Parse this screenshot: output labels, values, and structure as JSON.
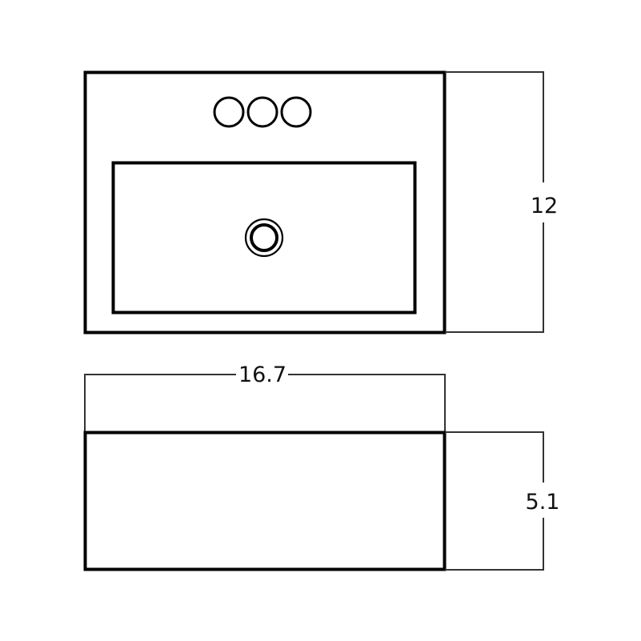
{
  "diagram": {
    "type": "technical-drawing",
    "subject": "rectangular sink top and side view",
    "colors": {
      "outline": "#000000",
      "dimension_line": "#333333",
      "text": "#111111",
      "background": "#ffffff"
    },
    "top_view": {
      "faucet_holes": 3,
      "drain": "center drain (double ring)"
    },
    "dimensions": {
      "depth_label": "12",
      "width_label": "16.7",
      "height_label": "5.1"
    }
  }
}
